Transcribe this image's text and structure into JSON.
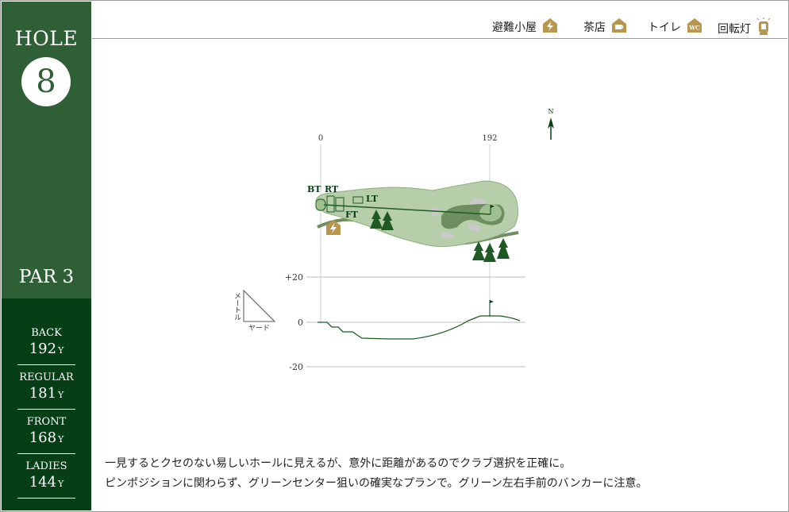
{
  "hole": {
    "label": "HOLE",
    "number": "8",
    "par": "PAR 3"
  },
  "tees": [
    {
      "name": "BACK",
      "yards": "192",
      "unit": "Y"
    },
    {
      "name": "REGULAR",
      "yards": "181",
      "unit": "Y"
    },
    {
      "name": "FRONT",
      "yards": "168",
      "unit": "Y"
    },
    {
      "name": "LADIES",
      "yards": "144",
      "unit": "Y"
    }
  ],
  "facilities": [
    {
      "label": "避難小屋",
      "icon": "lightning-hut-icon"
    },
    {
      "label": "茶店",
      "icon": "tea-shop-icon"
    },
    {
      "label": "トイレ",
      "icon": "wc-icon"
    },
    {
      "label": "回転灯",
      "icon": "rotating-lamp-icon"
    }
  ],
  "map": {
    "north": "N",
    "distance_start": "0",
    "distance_end": "192",
    "tee_markers": [
      "BT",
      "RT",
      "LT",
      "FT"
    ],
    "elevation_ticks": [
      "+20",
      "0",
      "-20"
    ],
    "legend_vertical": "メートル",
    "legend_horizontal": "ヤード"
  },
  "colors": {
    "side_top": "#2f5f35",
    "side_bottom": "#063e16",
    "fairway": "#b6cfaa",
    "green": "#9fc08f",
    "icon_gold": "#b8964e",
    "line": "#1f5a24"
  },
  "description": [
    "一見するとクセのない易しいホールに見えるが、意外に距離があるのでクラブ選択を正確に。",
    "ピンポジションに関わらず、グリーンセンター狙いの確実なプランで。グリーン左右手前のバンカーに注意。"
  ]
}
